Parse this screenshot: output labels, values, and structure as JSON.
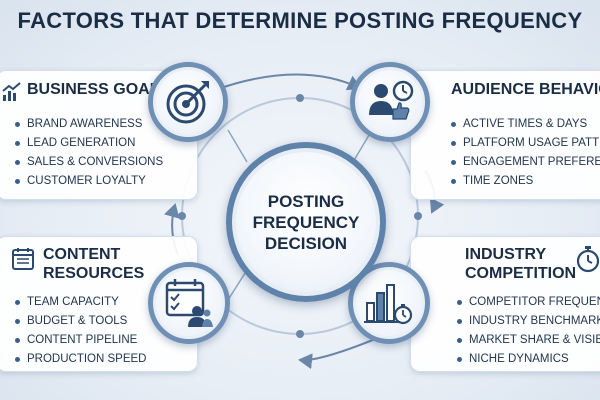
{
  "title": "FACTORS THAT DETERMINE POSTING FREQUENCY",
  "center": {
    "label": "POSTING\nFREQUENCY\nDECISION"
  },
  "business_goals": {
    "title": "BUSINESS GOALS",
    "icon": "target-icon",
    "items": [
      "BRAND AWARENESS",
      "LEAD GENERATION",
      "SALES & CONVERSIONS",
      "CUSTOMER LOYALTY"
    ]
  },
  "audience_behavior": {
    "title": "AUDIENCE BEHAVIOR",
    "icon": "person-clock-thumbs-up-icon",
    "items": [
      "ACTIVE TIMES & DAYS",
      "PLATFORM USAGE PATTERNS",
      "ENGAGEMENT PREFERENCES",
      "TIME ZONES"
    ]
  },
  "content_resources": {
    "title_line1": "CONTENT",
    "title_line2": "RESOURCES",
    "icon": "calendar-team-icon",
    "items": [
      "TEAM CAPACITY",
      "BUDGET & TOOLS",
      "CONTENT PIPELINE",
      "PRODUCTION SPEED"
    ]
  },
  "industry_competition": {
    "title_line1": "INDUSTRY",
    "title_line2": "COMPETITION",
    "icon": "bar-chart-stopwatch-icon",
    "items": [
      "COMPETITOR FREQUENCY",
      "INDUSTRY BENCHMARKS",
      "MARKET SHARE & VISIBILITY",
      "NICHE DYNAMICS"
    ]
  },
  "colors": {
    "accent": "#5f82ab",
    "dark": "#1b2d44",
    "icon": "#2c4a70"
  }
}
